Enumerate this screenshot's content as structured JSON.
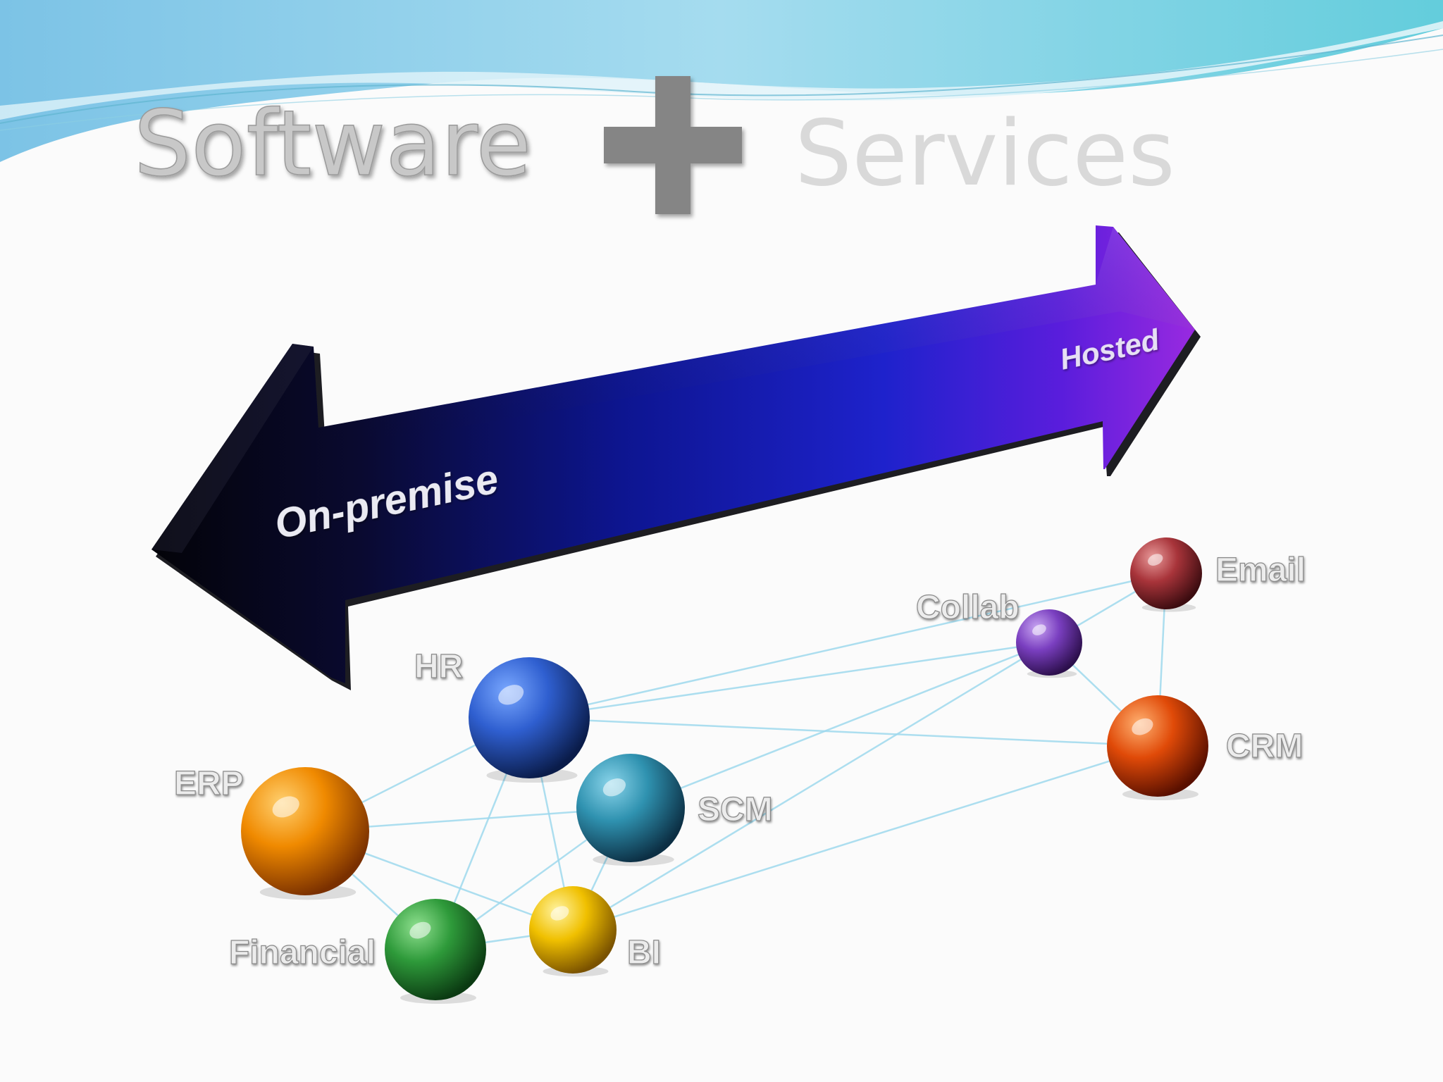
{
  "title": {
    "left_word": "Software",
    "right_word": "Services"
  },
  "arrow": {
    "left_label": "On-premise",
    "right_label": "Hosted"
  },
  "nodes": [
    {
      "id": "hr",
      "label": "HR",
      "color": "#2f5fd0"
    },
    {
      "id": "erp",
      "label": "ERP",
      "color": "#f08a00"
    },
    {
      "id": "scm",
      "label": "SCM",
      "color": "#2f92b0"
    },
    {
      "id": "financial",
      "label": "Financial",
      "color": "#2e9a3a"
    },
    {
      "id": "bi",
      "label": "BI",
      "color": "#f0c000"
    },
    {
      "id": "collab",
      "label": "Collab",
      "color": "#7a3fc0"
    },
    {
      "id": "email",
      "label": "Email",
      "color": "#a8343a"
    },
    {
      "id": "crm",
      "label": "CRM",
      "color": "#e04a08"
    }
  ],
  "edges": [
    [
      "erp",
      "hr"
    ],
    [
      "erp",
      "scm"
    ],
    [
      "erp",
      "financial"
    ],
    [
      "erp",
      "bi"
    ],
    [
      "hr",
      "financial"
    ],
    [
      "hr",
      "bi"
    ],
    [
      "hr",
      "collab"
    ],
    [
      "hr",
      "crm"
    ],
    [
      "hr",
      "email"
    ],
    [
      "scm",
      "financial"
    ],
    [
      "scm",
      "bi"
    ],
    [
      "scm",
      "collab"
    ],
    [
      "financial",
      "bi"
    ],
    [
      "bi",
      "collab"
    ],
    [
      "bi",
      "crm"
    ],
    [
      "collab",
      "email"
    ],
    [
      "collab",
      "crm"
    ],
    [
      "email",
      "crm"
    ]
  ]
}
